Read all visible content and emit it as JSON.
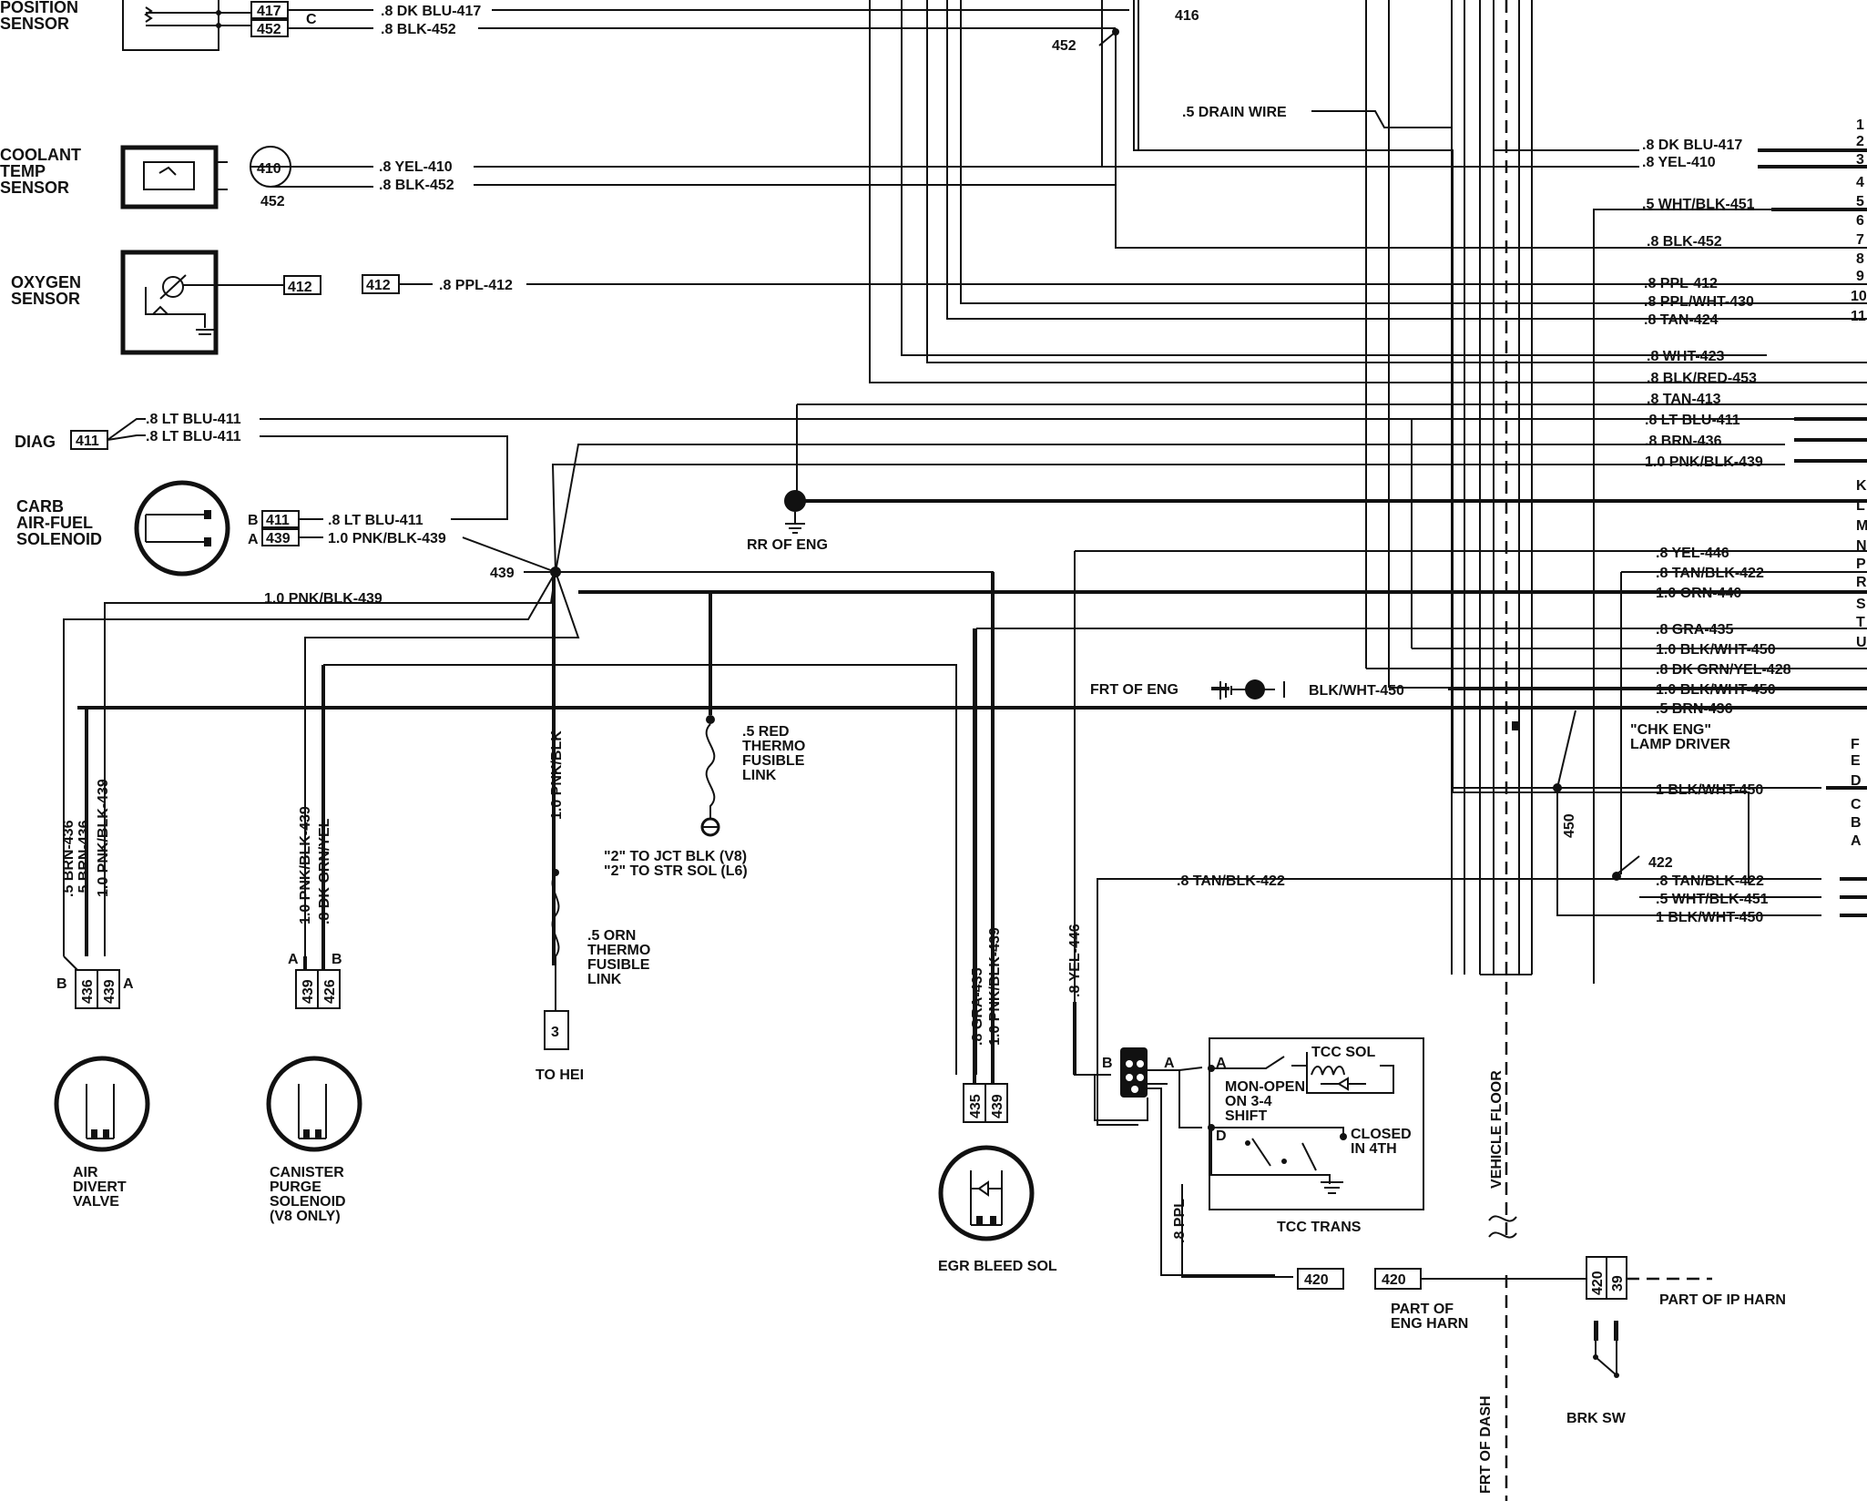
{
  "components": {
    "position_sensor": "POSITION\nSENSOR",
    "coolant_temp_sensor": "COOLANT\nTEMP\nSENSOR",
    "oxygen_sensor": "OXYGEN\nSENSOR",
    "diag": "DIAG",
    "carb_solenoid": "CARB\nAIR-FUEL\nSOLENOID",
    "air_divert_valve": "AIR\nDIVERT\nVALVE",
    "canister_purge": "CANISTER\nPURGE\nSOLENOID\n(V8 ONLY)",
    "to_hei": "TO HEI",
    "egr_bleed_sol": "EGR BLEED SOL",
    "tcc_trans": "TCC TRANS",
    "brk_sw": "BRK SW",
    "rr_of_eng": "RR OF ENG",
    "frt_of_eng": "FRT OF ENG",
    "chk_eng": "\"CHK ENG\"\nLAMP DRIVER",
    "part_of_eng_harn": "PART OF\nENG HARN",
    "part_of_ip_harn": "PART OF IP HARN",
    "vehicle_floor": "VEHICLE FLOOR",
    "frt_of_dash": "FRT OF DASH",
    "drain_wire": ".5 DRAIN WIRE",
    "red_fuse": ".5 RED\nTHERMO\nFUSIBLE\nLINK",
    "jct_note": "\"2\" TO JCT BLK (V8)\n\"2\" TO STR SOL (L6)",
    "orn_fuse": ".5 ORN\nTHERMO\nFUSIBLE\nLINK",
    "tcc_sol": "TCC SOL",
    "mon_open": "MON-OPEN\nON 3-4\nSHIFT",
    "closed_4th": "CLOSED\nIN 4TH"
  },
  "wires": {
    "dkblu417": ".8 DK BLU-417",
    "blk452": ".8 BLK-452",
    "yel410": ".8 YEL-410",
    "ppl412": ".8 PPL-412",
    "ltblu411": ".8 LT BLU-411",
    "pnkblk439_10": "1.0 PNK/BLK-439",
    "whtblk451": ".5 WHT/BLK-451",
    "pplwht430": ".8 PPL/WHT-430",
    "tan424": ".8 TAN-424",
    "wht423": ".8 WHT-423",
    "blkred453": ".8 BLK/RED-453",
    "tan413": ".8 TAN-413",
    "brn436_8": ".8 BRN-436",
    "yel446": ".8 YEL-446",
    "tanblk422": ".8 TAN/BLK-422",
    "orn440": "1.0 ORN-440",
    "gra435": ".8 GRA-435",
    "blkwht450_10": "1.0 BLK/WHT-450",
    "dkgrnyel428": ".8 DK GRN/YEL-428",
    "blkwht450": "BLK/WHT-450",
    "brn436_5": ".5 BRN-436",
    "blkwht450_1": "1 BLK/WHT-450",
    "pnkblk_v": "1.0 PNK/BLK",
    "dkgrnyel_v": ".8 DK GRN/YEL",
    "ppl_v": ".8 PPL",
    "w416": "416",
    "w452": "452",
    "w439": "439",
    "w450": "450",
    "w422": "422"
  },
  "connectors": {
    "c417": "417",
    "c452": "452",
    "c410": "410",
    "c412": "412",
    "c411": "411",
    "c439": "439",
    "c436": "436",
    "c426": "426",
    "c435": "435",
    "c420": "420",
    "c39": "39",
    "c3": "3",
    "pinA": "A",
    "pinB": "B",
    "pinC": "C",
    "pinD": "D"
  },
  "pin_numbers": [
    "1",
    "2",
    "3",
    "4",
    "5",
    "6",
    "7",
    "8",
    "9",
    "10",
    "11"
  ],
  "pin_letters": [
    "K",
    "L",
    "M",
    "N",
    "P",
    "R",
    "S",
    "T",
    "U"
  ],
  "pin_letters2": [
    "F",
    "E",
    "D",
    "C",
    "B",
    "A"
  ]
}
